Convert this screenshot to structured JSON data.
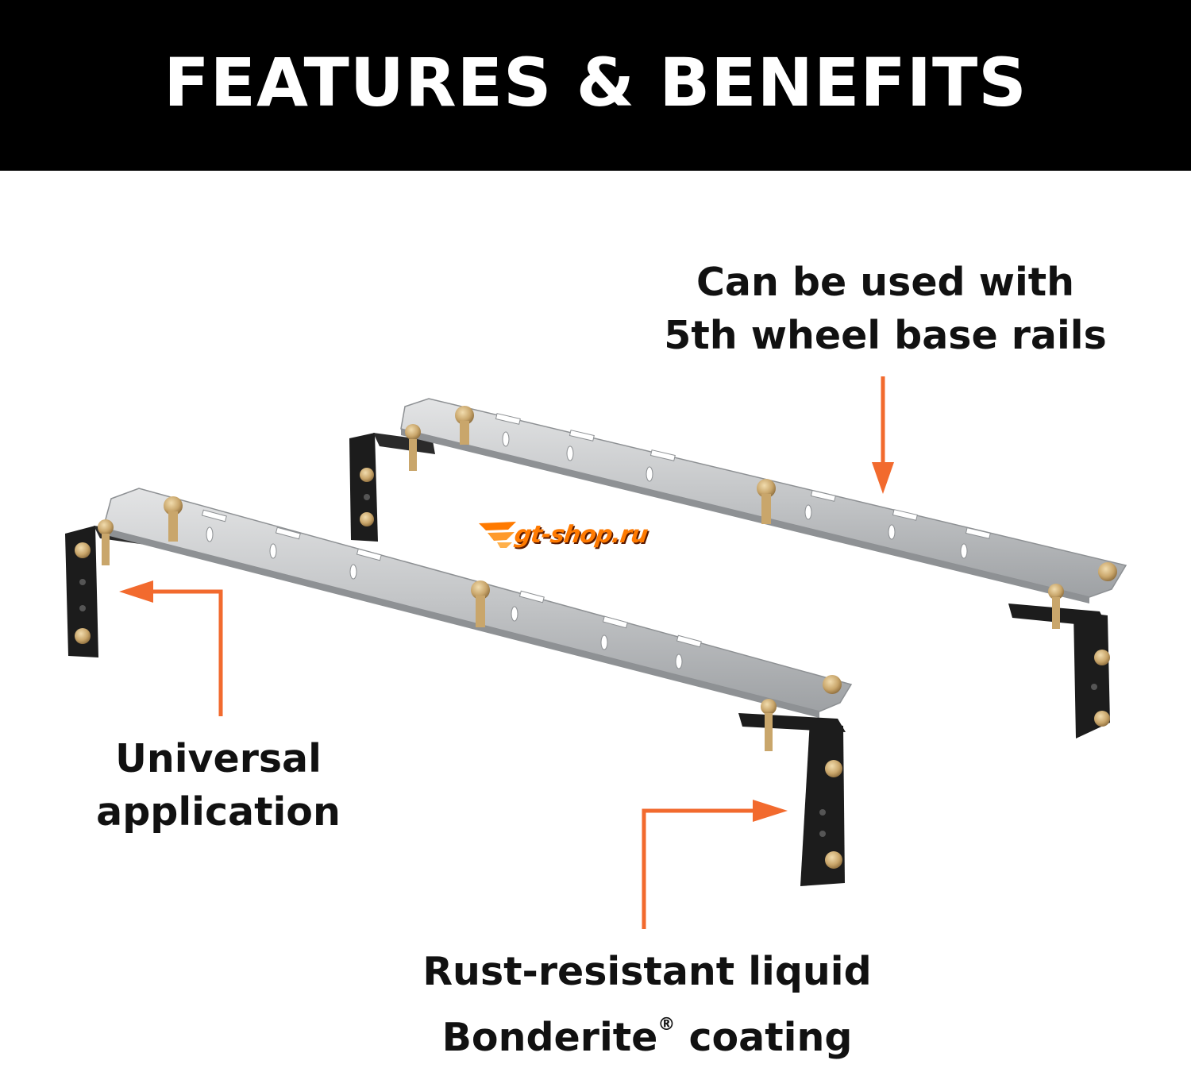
{
  "header": {
    "title": "FEATURES & BENEFITS",
    "background": "#000000",
    "text_color": "#ffffff"
  },
  "callouts": {
    "top": {
      "line1": "Can be used with",
      "line2": "5th wheel base rails"
    },
    "left": {
      "line1": "Universal",
      "line2": "application"
    },
    "bottom": {
      "line1": "Rust-resistant liquid",
      "line2_a": "Bonderite",
      "line2_reg": "®",
      "line2_b": " coating"
    }
  },
  "watermark": {
    "text": "gt-shop.ru"
  },
  "colors": {
    "arrow": "#f26a2e",
    "rail": "#bfc1c3",
    "bracket": "#1a1a1a",
    "bolt": "#c9a66b"
  }
}
